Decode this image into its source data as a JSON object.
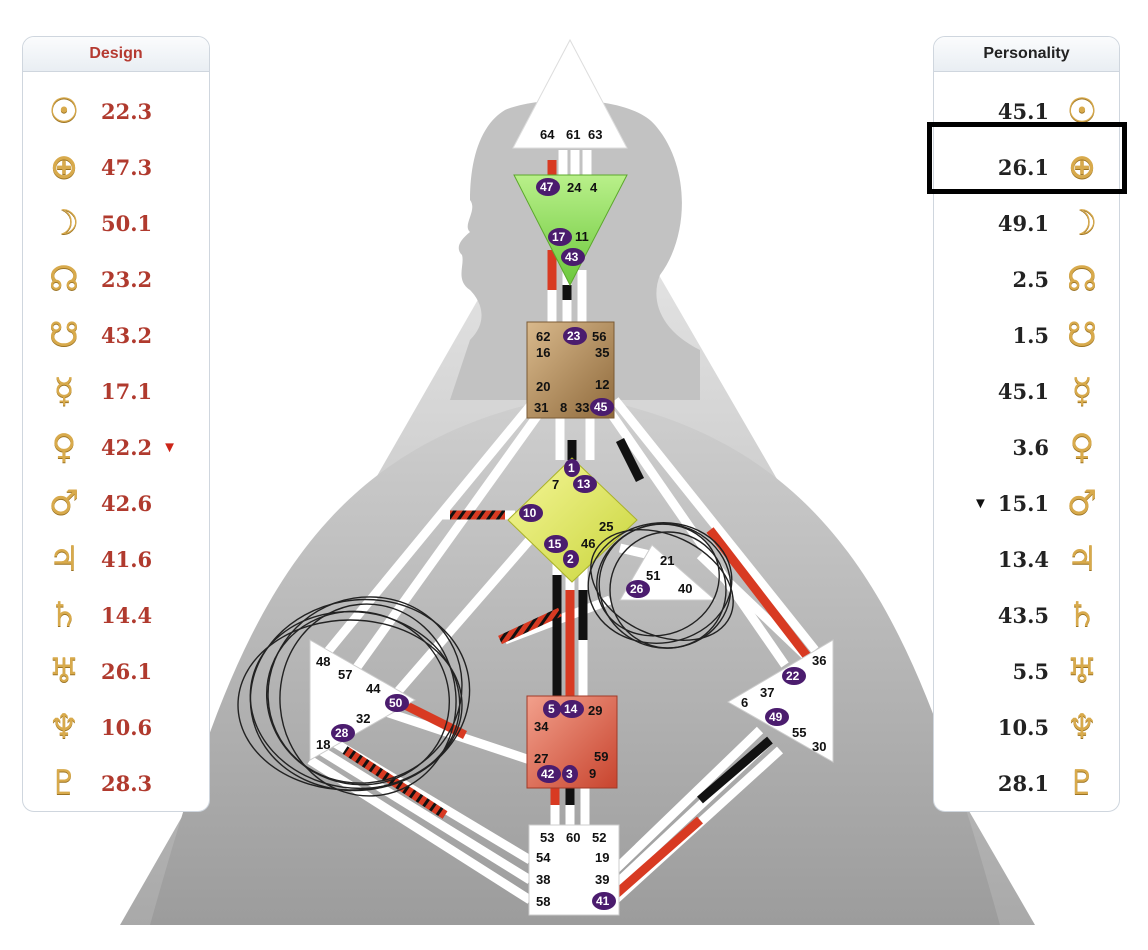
{
  "colors": {
    "design_red": "#b03a2e",
    "glyph_gold": "#d8aa4c",
    "active_gate_purple": "#4b1c6e",
    "channel_red": "#d83a22",
    "channel_black": "#111111",
    "head_center": "#ffffff",
    "ajna_center": "#9be06a",
    "throat_center": "#b48c5a",
    "g_center": "#e8ef6a",
    "sacral_center": "#de6a55"
  },
  "design": {
    "title": "Design",
    "items": [
      {
        "icon": "sun-icon",
        "glyph": "☉",
        "value": "22.3"
      },
      {
        "icon": "earth-icon",
        "glyph": "⊕",
        "value": "47.3"
      },
      {
        "icon": "moon-icon",
        "glyph": "☽",
        "value": "50.1"
      },
      {
        "icon": "north-node-icon",
        "glyph": "☊",
        "value": "23.2"
      },
      {
        "icon": "south-node-icon",
        "glyph": "☋",
        "value": "43.2"
      },
      {
        "icon": "mercury-icon",
        "glyph": "☿",
        "value": "17.1"
      },
      {
        "icon": "venus-icon",
        "glyph": "♀",
        "value": "42.2",
        "marker": "▼"
      },
      {
        "icon": "mars-icon",
        "glyph": "♂",
        "value": "42.6"
      },
      {
        "icon": "jupiter-icon",
        "glyph": "♃",
        "value": "41.6"
      },
      {
        "icon": "saturn-icon",
        "glyph": "♄",
        "value": "14.4"
      },
      {
        "icon": "uranus-icon",
        "glyph": "♅",
        "value": "26.1"
      },
      {
        "icon": "neptune-icon",
        "glyph": "♆",
        "value": "10.6"
      },
      {
        "icon": "pluto-icon",
        "glyph": "♇",
        "value": "28.3"
      }
    ]
  },
  "personality": {
    "title": "Personality",
    "items": [
      {
        "icon": "sun-icon",
        "glyph": "☉",
        "value": "45.1"
      },
      {
        "icon": "earth-icon",
        "glyph": "⊕",
        "value": "26.1",
        "highlighted": true
      },
      {
        "icon": "moon-icon",
        "glyph": "☽",
        "value": "49.1"
      },
      {
        "icon": "north-node-icon",
        "glyph": "☊",
        "value": "2.5"
      },
      {
        "icon": "south-node-icon",
        "glyph": "☋",
        "value": "1.5"
      },
      {
        "icon": "mercury-icon",
        "glyph": "☿",
        "value": "45.1"
      },
      {
        "icon": "venus-icon",
        "glyph": "♀",
        "value": "3.6"
      },
      {
        "icon": "mars-icon",
        "glyph": "♂",
        "value": "15.1",
        "marker": "▼"
      },
      {
        "icon": "jupiter-icon",
        "glyph": "♃",
        "value": "13.4"
      },
      {
        "icon": "saturn-icon",
        "glyph": "♄",
        "value": "43.5"
      },
      {
        "icon": "uranus-icon",
        "glyph": "♅",
        "value": "5.5"
      },
      {
        "icon": "neptune-icon",
        "glyph": "♆",
        "value": "10.5"
      },
      {
        "icon": "pluto-icon",
        "glyph": "♇",
        "value": "28.1"
      }
    ]
  },
  "bodygraph": {
    "centers": {
      "head": {
        "gates": [
          "64",
          "61",
          "63"
        ],
        "active": []
      },
      "ajna": {
        "gates": [
          "47",
          "24",
          "4",
          "17",
          "11",
          "43"
        ],
        "active": [
          "47",
          "17",
          "43"
        ]
      },
      "throat": {
        "gates": [
          "62",
          "23",
          "56",
          "16",
          "35",
          "20",
          "12",
          "31",
          "8",
          "33",
          "45"
        ],
        "active": [
          "23",
          "45"
        ]
      },
      "g": {
        "gates": [
          "1",
          "13",
          "7",
          "10",
          "25",
          "15",
          "46",
          "2"
        ],
        "active": [
          "1",
          "13",
          "10",
          "15",
          "2"
        ]
      },
      "heart": {
        "gates": [
          "21",
          "51",
          "26",
          "40"
        ],
        "active": [
          "26"
        ]
      },
      "spleen": {
        "gates": [
          "48",
          "57",
          "44",
          "50",
          "32",
          "28",
          "18"
        ],
        "active": [
          "50",
          "28"
        ]
      },
      "solar_plexus": {
        "gates": [
          "36",
          "22",
          "37",
          "6",
          "49",
          "55",
          "30"
        ],
        "active": [
          "22",
          "49"
        ]
      },
      "sacral": {
        "gates": [
          "5",
          "14",
          "29",
          "34",
          "27",
          "59",
          "42",
          "3",
          "9"
        ],
        "active": [
          "5",
          "14",
          "42",
          "3"
        ]
      },
      "root": {
        "gates": [
          "53",
          "60",
          "52",
          "54",
          "19",
          "38",
          "39",
          "58",
          "41"
        ],
        "active": [
          "41"
        ]
      }
    }
  }
}
